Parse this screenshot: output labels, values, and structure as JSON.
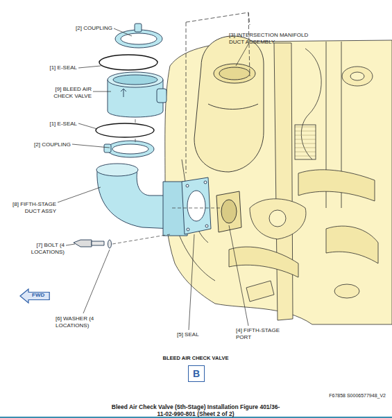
{
  "diagram": {
    "title": "BLEED AIR CHECK VALVE",
    "caption": "Bleed Air Check Valve (5th-Stage) Installation Figure 401/36-11-02-990-801 (Sheet 2 of 2)",
    "nodes": [
      {
        "text": [
          "FWD"
        ]
      },
      {
        "text": [
          "B"
        ]
      }
    ],
    "labels": [
      "[2] COUPLING",
      "[3] INTERSECTION MANIFOLD DUCT ASSEMBLY",
      "[1] E-SEAL",
      "[9] BLEED AIR CHECK VALVE",
      "[1] E-SEAL",
      "[2] COUPLING",
      "[8] FIFTH-STAGE DUCT ASSY",
      "[7] BOLT (4 LOCATIONS)",
      "[6] WASHER (4 LOCATIONS)",
      "[5] SEAL",
      "[4] FIFTH-STAGE PORT",
      "F67858 S0006577948_V2"
    ]
  }
}
